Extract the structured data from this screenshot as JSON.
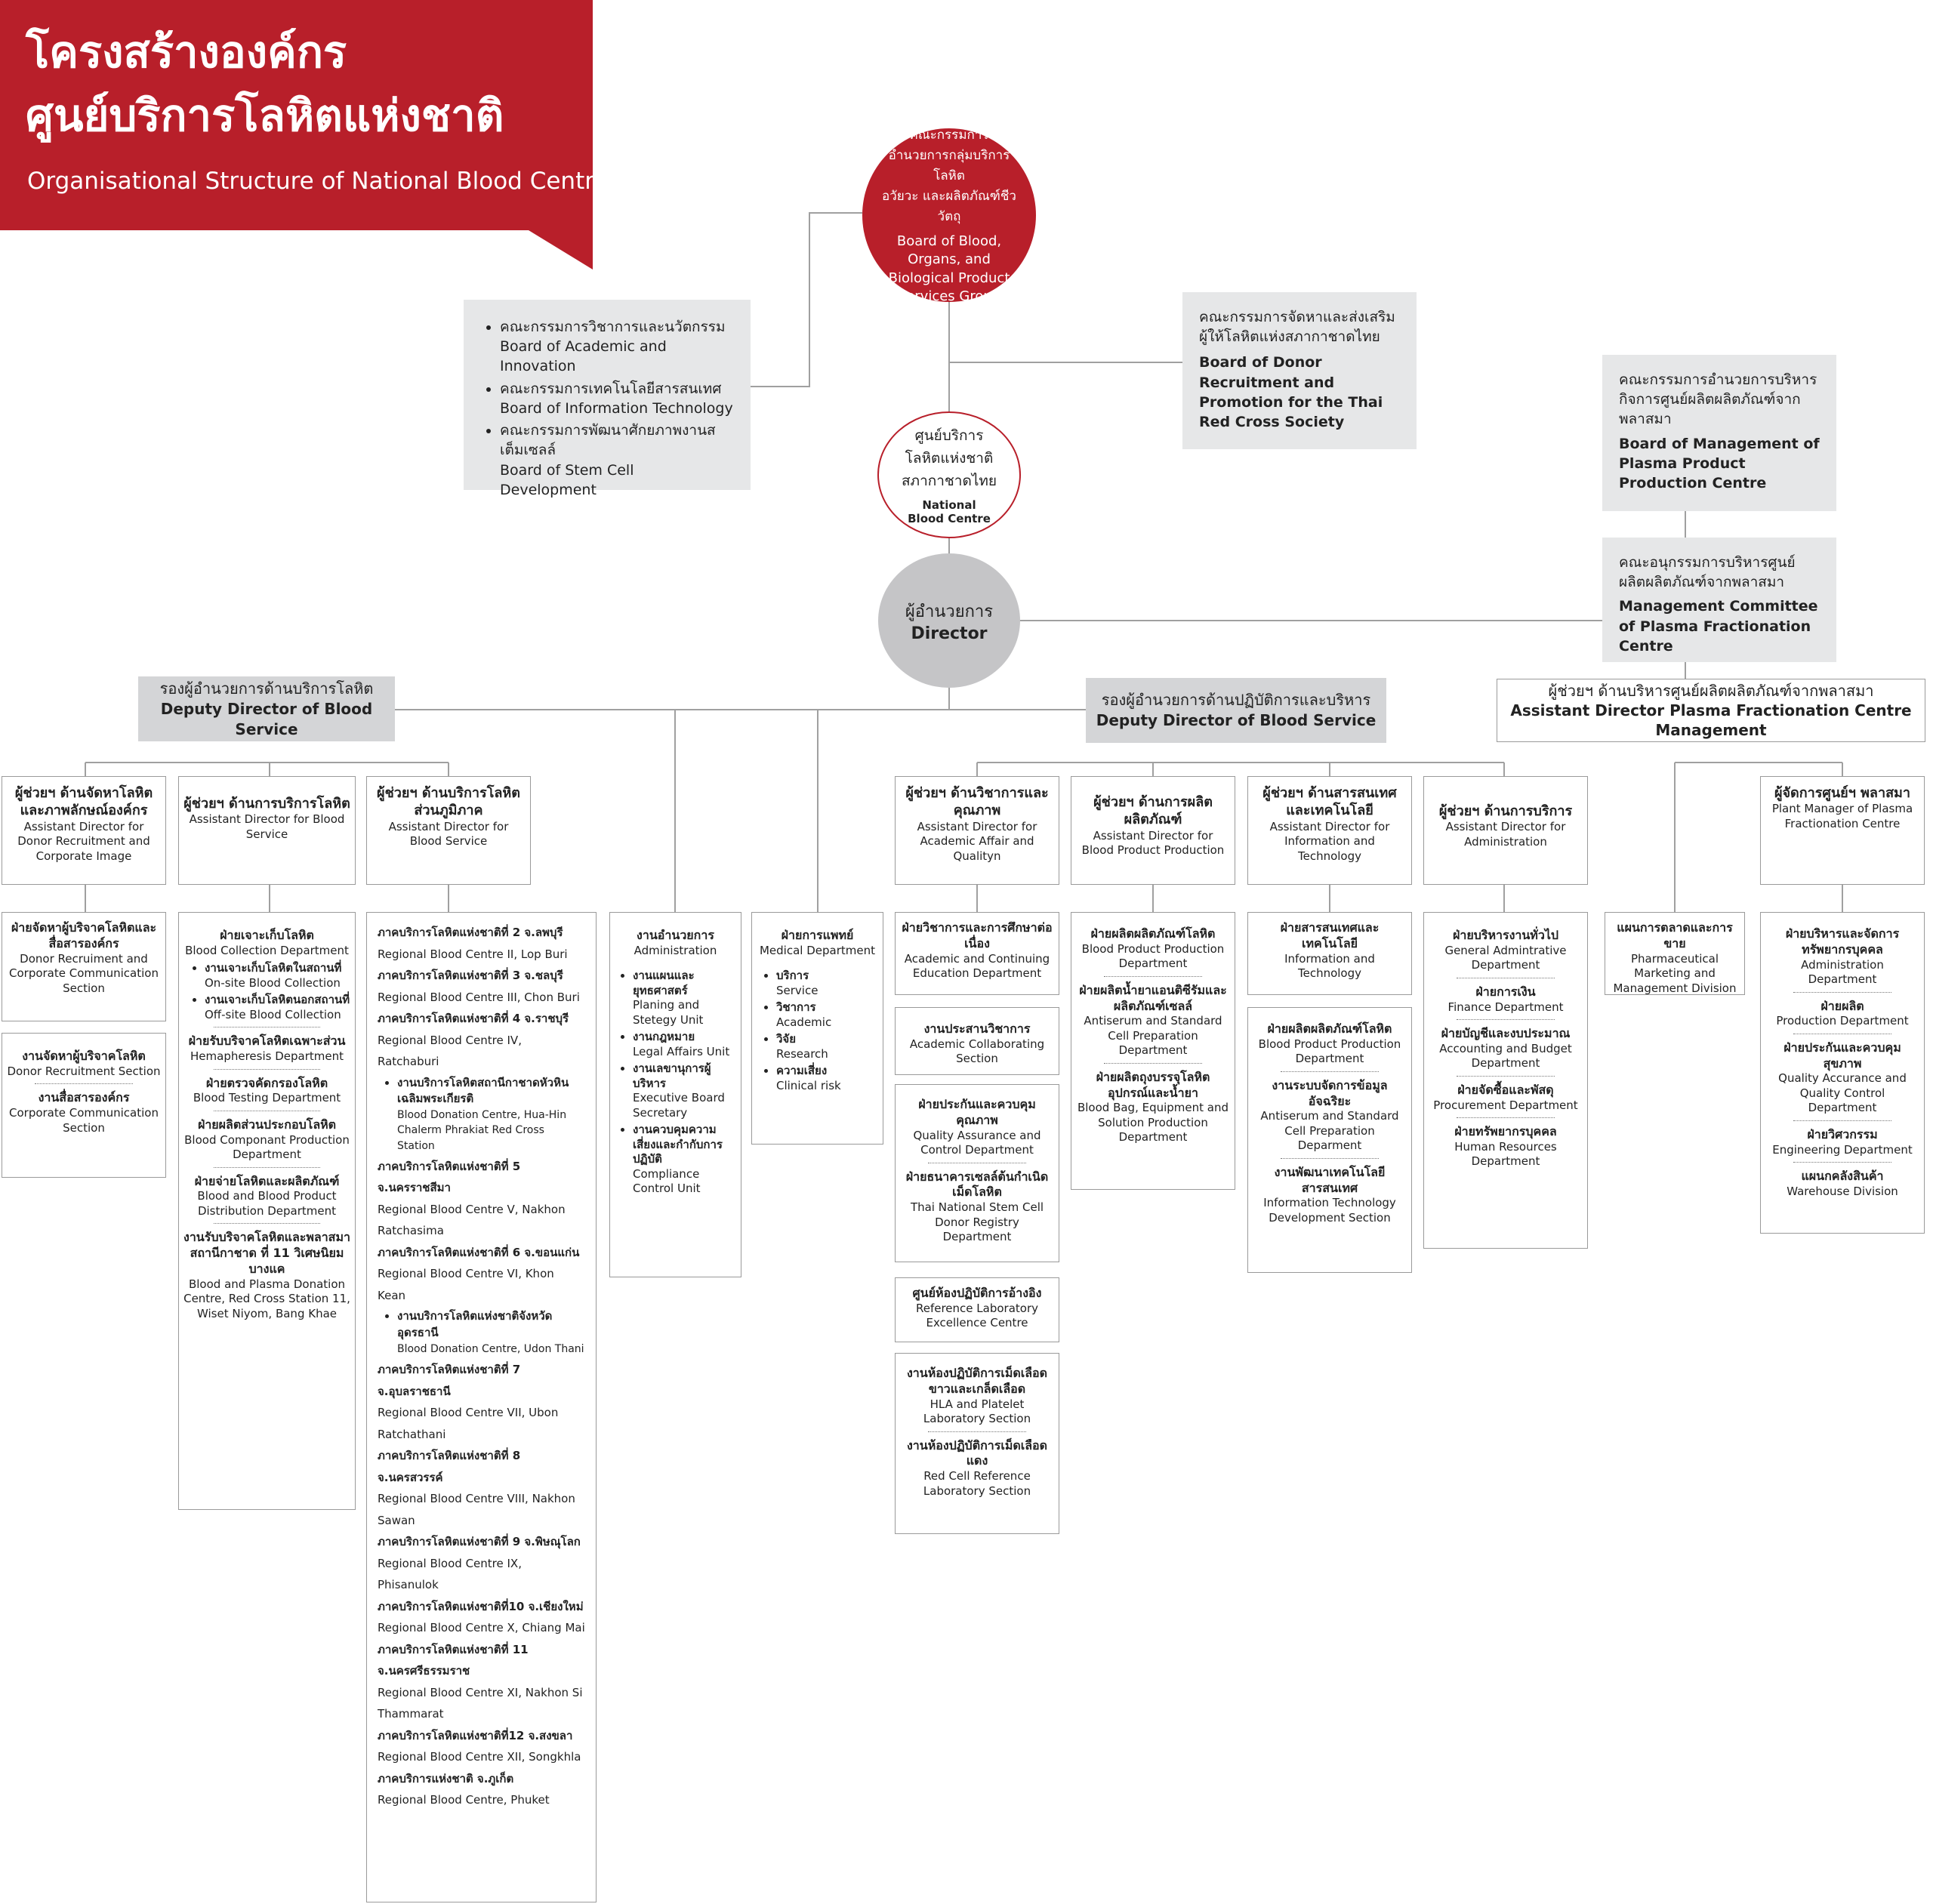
{
  "header": {
    "title_th_1": "โครงสร้างองค์กร",
    "title_th_2": "ศูนย์บริการโลหิตแห่งชาติ",
    "title_en": "Organisational Structure of National Blood Centre"
  },
  "colors": {
    "accent_red": "#b81f2a",
    "panel_grey": "#e6e7e8",
    "header_grey": "#d4d5d7",
    "director_grey": "#c5c5c7"
  },
  "top_board": {
    "th_1": "คณะกรรมการ",
    "th_2": "อำนวยการกลุ่มบริการโลหิต",
    "th_3": "อวัยวะ และผลิตภัณฑ์ชีววัตถุ",
    "en": "Board of Blood, Organs, and Biological Product Services Group"
  },
  "boards_left": [
    {
      "th": "คณะกรรมการวิชาการและนวัตกรรม",
      "en": "Board of Academic and Innovation"
    },
    {
      "th": "คณะกรรมการเทคโนโลยีสารสนเทศ",
      "en": "Board of Information Technology"
    },
    {
      "th": "คณะกรรมการพัฒนาศักยภาพงานสเต็มเซลล์",
      "en": "Board of Stem Cell Development"
    }
  ],
  "board_donor": {
    "th": "คณะกรรมการจัดหาและส่งเสริมผู้ให้โลหิตแห่งสภากาชาดไทย",
    "en": "Board of Donor Recruitment and Promotion for the Thai Red Cross Society"
  },
  "board_plasma": {
    "th": "คณะกรรมการอำนวยการบริหารกิจการศูนย์ผลิตผลิตภัณฑ์จากพลาสมา",
    "en": "Board of Management of Plasma Product Production Centre"
  },
  "committee_plasma": {
    "th": "คณะอนุกรรมการบริหารศูนย์ผลิตผลิตภัณฑ์จากพลาสมา",
    "en": "Management Committee of Plasma Fractionation Centre"
  },
  "nbc": {
    "th_1": "ศูนย์บริการ",
    "th_2": "โลหิตแห่งชาติ",
    "th_3": "สภากาชาดไทย",
    "en": "National Blood Centre"
  },
  "director": {
    "th": "ผู้อำนวยการ",
    "en": "Director"
  },
  "deputy_left": {
    "th": "รองผู้อำนวยการด้านบริการโลหิต",
    "en": "Deputy Director of Blood Service"
  },
  "deputy_right": {
    "th": "รองผู้อำนวยการด้านปฏิบัติการและบริหาร",
    "en": "Deputy Director of Blood Service"
  },
  "assistant_plasma": {
    "th": "ผู้ช่วยฯ ด้านบริหารศูนย์ผลิตผลิตภัณฑ์จากพลาสมา",
    "en": "Assistant Director Plasma Fractionation Centre Management"
  },
  "asst_boxes": [
    {
      "th": "ผู้ช่วยฯ ด้านจัดหาโลหิตและภาพลักษณ์องค์กร",
      "en": "Assistant Director for Donor Recruitment and Corporate Image"
    },
    {
      "th": "ผู้ช่วยฯ ด้านการบริการโลหิต",
      "en": "Assistant Director for Blood Service"
    },
    {
      "th": "ผู้ช่วยฯ ด้านบริการโลหิตส่วนภูมิภาค",
      "en": "Assistant Director for Blood Service"
    },
    {
      "th": "ผู้ช่วยฯ ด้านวิชาการและคุณภาพ",
      "en": "Assistant Director for Academic Affair and Qualityn"
    },
    {
      "th": "ผู้ช่วยฯ ด้านการผลิตผลิตภัณฑ์",
      "en": "Assistant Director for Blood Product Production"
    },
    {
      "th": "ผู้ช่วยฯ ด้านสารสนเทศและเทคโนโลยี",
      "en": "Assistant Director for Information and Technology"
    },
    {
      "th": "ผู้ช่วยฯ ด้านการบริการ",
      "en": "Assistant Director for Administration"
    },
    {
      "th": "ผู้จัดการศูนย์ฯ พลาสมา",
      "en": "Plant Manager of Plasma Fractionation Centre"
    }
  ],
  "col1": {
    "a": [
      {
        "th": "ฝ่ายจัดหาผู้บริจาคโลหิตและสื่อสารองค์กร",
        "en": "Donor Recruiment and Corporate Communication Section"
      }
    ],
    "b": [
      {
        "th": "งานจัดหาผู้บริจาคโลหิต",
        "en": "Donor Recruitment Section"
      },
      {
        "th": "งานสื่อสารองค์กร",
        "en": "Corporate Communication Section"
      }
    ]
  },
  "col2": {
    "head": {
      "th": "ฝ่ายเจาะเก็บโลหิต",
      "en": "Blood Collection Department"
    },
    "bullets": [
      {
        "th": "งานเจาะเก็บโลหิตในสถานที่",
        "en": "On-site Blood Collection"
      },
      {
        "th": "งานเจาะเก็บโลหิตนอกสถานที่",
        "en": "Off-site Blood Collection"
      }
    ],
    "items": [
      {
        "th": "ฝ่ายรับบริจาคโลหิตเฉพาะส่วน",
        "en": "Hemapheresis Department"
      },
      {
        "th": "ฝ่ายตรวจคัดกรองโลหิต",
        "en": "Blood Testing Department"
      },
      {
        "th": "ฝ่ายผลิตส่วนประกอบโลหิต",
        "en": "Blood Componant Production Department"
      },
      {
        "th": "ฝ่ายจ่ายโลหิตและผลิตภัณฑ์",
        "en": "Blood and Blood Product Distribution Department"
      },
      {
        "th": "งานรับบริจาคโลหิตและพลาสมา สถานีกาชาด ที่ 11 วิเศษนิยม บางแค",
        "en": "Blood and Plasma Donation Centre, Red Cross Station 11, Wiset Niyom, Bang Khae"
      }
    ]
  },
  "col3": [
    {
      "th": "ภาคบริการโลหิตแห่งชาติที่ 2 จ.ลพบุรี",
      "en": "Regional Blood Centre II, Lop Buri"
    },
    {
      "th": "ภาคบริการโลหิตแห่งชาติที่ 3 จ.ชลบุรี",
      "en": "Regional Blood Centre III, Chon Buri"
    },
    {
      "th": "ภาคบริการโลหิตแห่งชาติที่ 4 จ.ราชบุรี",
      "en": "Regional Blood Centre IV, Ratchaburi",
      "sub_th": "งานบริการโลหิตสถานีกาชาดหัวหินเฉลิมพระเกียรติ",
      "sub_en": "Blood Donation Centre, Hua-Hin Chalerm Phrakiat  Red Cross Station"
    },
    {
      "th": "ภาคบริการโลหิตแห่งชาติที่ 5 จ.นครราชสีมา",
      "en": "Regional Blood Centre V, Nakhon Ratchasima"
    },
    {
      "th": "ภาคบริการโลหิตแห่งชาติที่ 6 จ.ขอนแก่น",
      "en": "Regional Blood Centre VI, Khon Kean",
      "sub_th": "งานบริการโลหิตแห่งชาติจังหวัดอุดรธานี",
      "sub_en": "Blood Donation Centre, Udon Thani"
    },
    {
      "th": "ภาคบริการโลหิตแห่งชาติที่ 7 จ.อุบลราชธานี",
      "en": "Regional Blood Centre VII, Ubon Ratchathani"
    },
    {
      "th": "ภาคบริการโลหิตแห่งชาติที่ 8 จ.นครสวรรค์",
      "en": "Regional Blood Centre VIII, Nakhon Sawan"
    },
    {
      "th": "ภาคบริการโลหิตแห่งชาติที่ 9 จ.พิษณุโลก",
      "en": "Regional Blood Centre IX, Phisanulok"
    },
    {
      "th": "ภาคบริการโลหิตแห่งชาติที่10 จ.เชียงใหม่",
      "en": "Regional Blood Centre X, Chiang Mai"
    },
    {
      "th": "ภาคบริการโลหิตแห่งชาติที่ 11 จ.นครศรีธรรมราช",
      "en": "Regional Blood Centre XI, Nakhon Si Thammarat"
    },
    {
      "th": "ภาคบริการโลหิตแห่งชาติที่12 จ.สงขลา",
      "en": "Regional Blood Centre XII, Songkhla"
    },
    {
      "th": "ภาคบริการแห่งชาติ จ.ภูเก็ต",
      "en": "Regional Blood Centre, Phuket"
    }
  ],
  "admin": {
    "th": "งานอำนวยการ",
    "en": "Administration",
    "items": [
      {
        "th": "งานแผนและยุทธศาสตร์",
        "en": "Planing and Stetegy Unit"
      },
      {
        "th": "งานกฎหมาย",
        "en": "Legal Affairs Unit"
      },
      {
        "th": "งานเลขานุการผู้บริหาร",
        "en": "Executive Board Secretary"
      },
      {
        "th": "งานควบคุมความเสี่ยงและกำกับการปฏิบัติ",
        "en": "Compliance Control Unit"
      }
    ]
  },
  "medical": {
    "th": "ฝ่ายการแพทย์",
    "en": "Medical Department",
    "items": [
      {
        "th": "บริการ",
        "en": "Service"
      },
      {
        "th": "วิชาการ",
        "en": "Academic"
      },
      {
        "th": "วิจัย",
        "en": "Research"
      },
      {
        "th": "ความเสี่ยง",
        "en": "Clinical risk"
      }
    ]
  },
  "col4": [
    {
      "th": "ฝ่ายวิชาการและการศึกษาต่อเนื่อง",
      "en": "Academic and Continuing Education Department"
    },
    {
      "th": "งานประสานวิชาการ",
      "en": "Academic Collaborating Section"
    },
    {
      "th": "ฝ่ายประกันและควบคุมคุณภาพ",
      "en": "Quality Assurance and Control Department"
    },
    {
      "th": "ฝ่ายธนาคารเซลล์ต้นกำเนิดเม็ดโลหิต",
      "en": "Thai National Stem Cell Donor Registry Department"
    },
    {
      "th": "ศูนย์ห้องปฏิบัติการอ้างอิง",
      "en": "Reference Laboratory Excellence Centre"
    },
    {
      "th": "งานห้องปฏิบัติการเม็ดเลือดขาวและเกล็ดเลือด",
      "en": "HLA and Platelet Laboratory Section"
    },
    {
      "th": "งานห้องปฏิบัติการเม็ดเลือดแดง",
      "en": "Red Cell Reference Laboratory Section"
    }
  ],
  "col5": [
    {
      "th": "ฝ่ายผลิตผลิตภัณฑ์โลหิต",
      "en": "Blood Product Production Department"
    },
    {
      "th": "ฝ่ายผลิตน้ำยาแอนติซีรัมและผลิตภัณฑ์เซลล์",
      "en": "Antiserum and Standard Cell Preparation Department"
    },
    {
      "th": "ฝ่ายผลิตถุงบรรจุโลหิต อุปกรณ์และน้ำยา",
      "en": "Blood Bag, Equipment and Solution Production Department"
    }
  ],
  "col6": [
    {
      "th": "ฝ่ายสารสนเทศและเทคโนโลยี",
      "en": "Information and Technology"
    },
    {
      "th": "ฝ่ายผลิตผลิตภัณฑ์โลหิต",
      "en": "Blood Product Production Department"
    },
    {
      "th": "งานระบบจัดการข้อมูลอัจฉริยะ",
      "en": "Antiserum and Standard Cell Preparation Deparment"
    },
    {
      "th": "งานพัฒนาเทคโนโลยีสารสนเทศ",
      "en": "Information Technology Development Section"
    }
  ],
  "col7": [
    {
      "th": "ฝ่ายบริหารงานทั่วไป",
      "en": "General Admintrative Department"
    },
    {
      "th": "ฝ่ายการเงิน",
      "en": "Finance Department"
    },
    {
      "th": "ฝ่ายบัญชีและงบประมาณ",
      "en": "Accounting and Budget Department"
    },
    {
      "th": "ฝ่ายจัดซื้อและพัสดุ",
      "en": "Procurement Department"
    },
    {
      "th": "ฝ่ายทรัพยากรบุคคล",
      "en": "Human Resources Department"
    }
  ],
  "col8": {
    "th": "แผนการตลาดและการขาย",
    "en": "Pharmaceutical Marketing and Management Division"
  },
  "col9": [
    {
      "th": "ฝ่ายบริหารและจัดการทรัพยากรบุคคล",
      "en": "Administration Department"
    },
    {
      "th": "ฝ่ายผลิต",
      "en": "Production Department"
    },
    {
      "th": "ฝ่ายประกันและควบคุมสุขภาพ",
      "en": "Quality Accurance and Quality Control Department"
    },
    {
      "th": "ฝ่ายวิศวกรรม",
      "en": "Engineering Department"
    },
    {
      "th": "แผนกคลังสินค้า",
      "en": "Warehouse Division"
    }
  ]
}
